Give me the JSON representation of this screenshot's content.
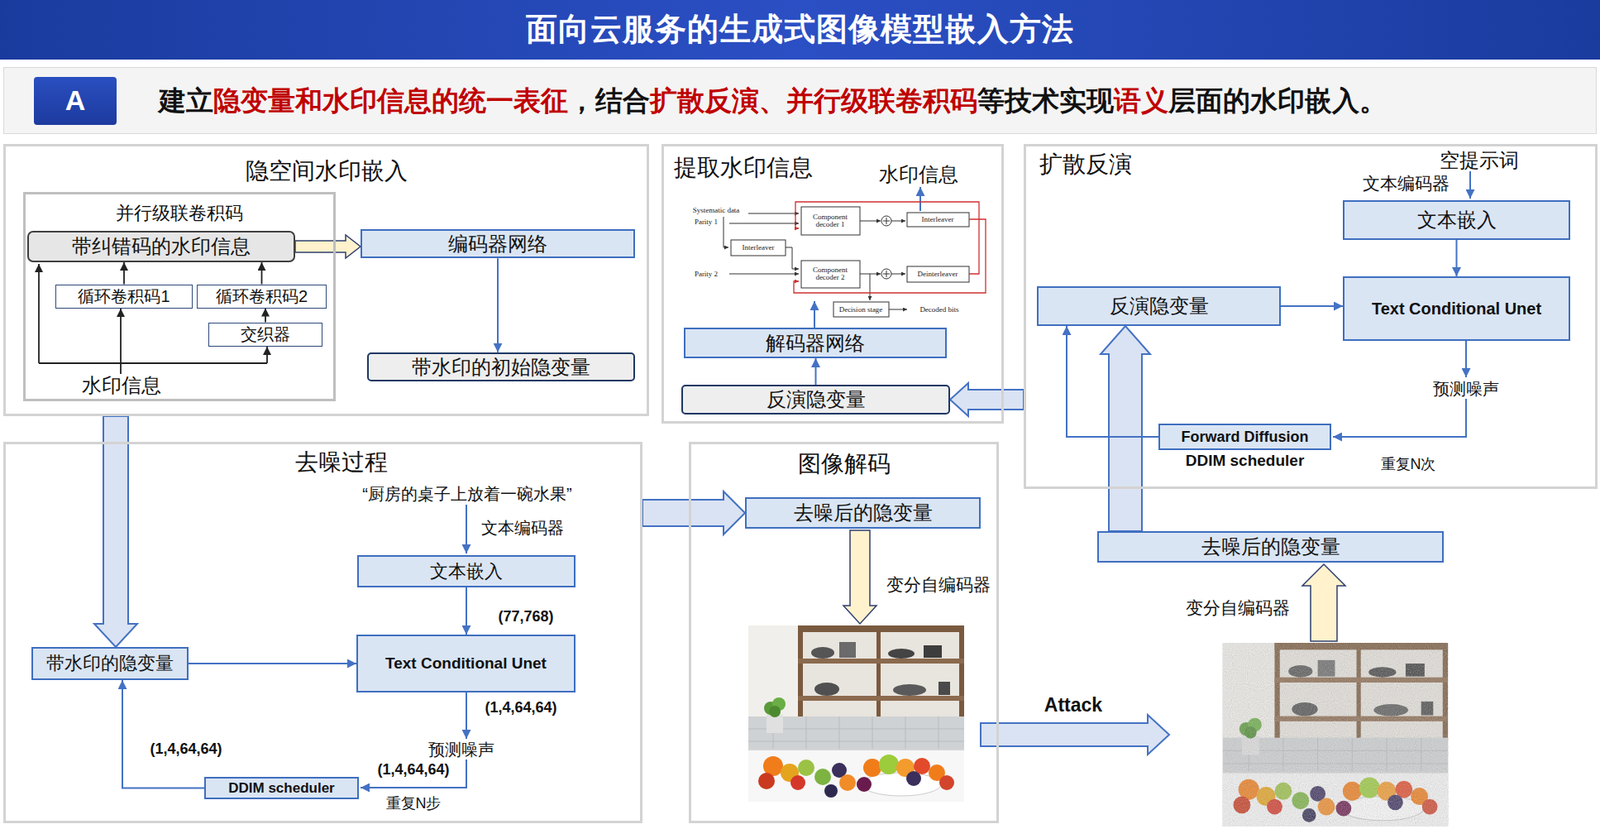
{
  "diagram": {
    "title": "面向云服务的生成式图像模型嵌入方法",
    "nodes": [
      {
        "text": [
          "建立隐变量和水印信息的统一表征，结合扩散反演、并行级联卷积码等技术实现语义层面的水印嵌入。"
        ]
      },
      {
        "text": [
          "A"
        ],
        "in": 0
      },
      {
        "text": [
          "隐空间水印嵌入"
        ]
      },
      {
        "text": [
          "并行级联卷积码"
        ],
        "in": 2
      },
      {
        "text": [
          "带纠错码的水印信息"
        ],
        "in": 3
      },
      {
        "text": [
          "循环卷积码1"
        ],
        "in": 3
      },
      {
        "text": [
          "循环卷积码2"
        ],
        "in": 3
      },
      {
        "text": [
          "交织器"
        ],
        "in": 3
      },
      {
        "text": [
          "编码器网络"
        ],
        "in": 2
      },
      {
        "text": [
          "带水印的初始隐变量"
        ],
        "in": 2
      },
      {
        "text": [
          "提取水印信息"
        ]
      },
      {
        "text": [
          "解码器网络"
        ],
        "in": 10
      },
      {
        "text": [
          "反演隐变量"
        ],
        "in": 10
      },
      {
        "text": [
          "扩散反演"
        ]
      },
      {
        "text": [
          "文本嵌入"
        ],
        "in": 13
      },
      {
        "text": [
          "反演隐变量"
        ],
        "in": 13
      },
      {
        "text": [
          "Text Conditional Unet"
        ],
        "in": 13
      },
      {
        "text": [
          "Forward Diffusion",
          "DDIM scheduler"
        ],
        "in": 13
      },
      {
        "text": [
          "去噪过程"
        ]
      },
      {
        "text": [
          "文本嵌入"
        ],
        "in": 18
      },
      {
        "text": [
          "带水印的隐变量"
        ],
        "in": 18
      },
      {
        "text": [
          "Text Conditional Unet"
        ],
        "in": 18
      },
      {
        "text": [
          "DDIM scheduler"
        ],
        "in": 18
      },
      {
        "text": [
          "图像解码"
        ]
      },
      {
        "text": [
          "去噪后的隐变量"
        ],
        "in": 23
      },
      {
        "text": [
          "去噪后的隐变量"
        ]
      }
    ],
    "edges": [
      {
        "from": 5,
        "to": 4,
        "arrow": "to"
      },
      {
        "from": 6,
        "to": 4,
        "arrow": "to"
      },
      {
        "from": 7,
        "to": 6,
        "arrow": "to"
      },
      {
        "from": 4,
        "to": 8,
        "arrow": "to"
      },
      {
        "from": 8,
        "to": 9,
        "arrow": "to"
      },
      {
        "from": 2,
        "to": 20,
        "arrow": "to"
      },
      {
        "from": 20,
        "to": 21,
        "arrow": "to"
      },
      {
        "from": 19,
        "to": 21,
        "arrow": "to"
      },
      {
        "from": 22,
        "to": 20,
        "arrow": "to"
      },
      {
        "from": 18,
        "to": 24,
        "arrow": "to"
      },
      {
        "from": 25,
        "to": 15,
        "arrow": "to"
      },
      {
        "from": 14,
        "to": 16,
        "arrow": "to"
      },
      {
        "from": 15,
        "to": 16,
        "arrow": "to"
      },
      {
        "from": 17,
        "to": 15,
        "arrow": "to"
      },
      {
        "from": 13,
        "to": 12,
        "arrow": "to"
      },
      {
        "from": 12,
        "to": 11,
        "arrow": "to"
      }
    ],
    "labels": [
      "水印信息",
      "水印信息",
      "Systematic data",
      "Parity 1",
      "Interleaver",
      "Component decoder 1",
      "Interleaver",
      "Parity 2",
      "Component decoder 2",
      "Deinterleaver",
      "Decision stage",
      "Decoded bits",
      "空提示词",
      "文本编码器",
      "预测噪声",
      "重复N次",
      "“厨房的桌子上放着一碗水果”",
      "文本编码器",
      "(77,768)",
      "(1,4,64,64)",
      "预测噪声",
      "(1,4,64,64)",
      "(1,4,64,64)",
      "重复N步",
      "变分自编码器",
      "Attack",
      "变分自编码器"
    ]
  }
}
